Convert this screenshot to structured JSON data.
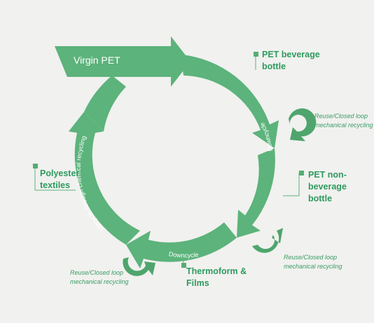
{
  "colors": {
    "background": "#f1f1ef",
    "arrow": "#5cb37b",
    "arrow_dark": "#4fa56d",
    "label": "#2e9a5f",
    "leader": "#5cb37b"
  },
  "source": {
    "label": "Virgin PET"
  },
  "nodes": {
    "pet_beverage": "PET beverage\nbottle",
    "pet_non_beverage": "PET non-beverage\nbottle",
    "thermoform": "Thermoform &\nFilms",
    "polyester": "Polyester\ntextiles"
  },
  "flows": {
    "downcycle_right": "Downcycle",
    "downcycle_bottom": "Downcycle",
    "upcycle_left": "Upcycle through chemical recycling"
  },
  "reuse_notes": {
    "top_right": "Reuse/Closed loop\nmechanical recycling",
    "bottom_right": "Reuse/Closed loop\nmechanical recycling",
    "bottom_left": "Reuse/Closed loop\nmechanical recycling"
  }
}
